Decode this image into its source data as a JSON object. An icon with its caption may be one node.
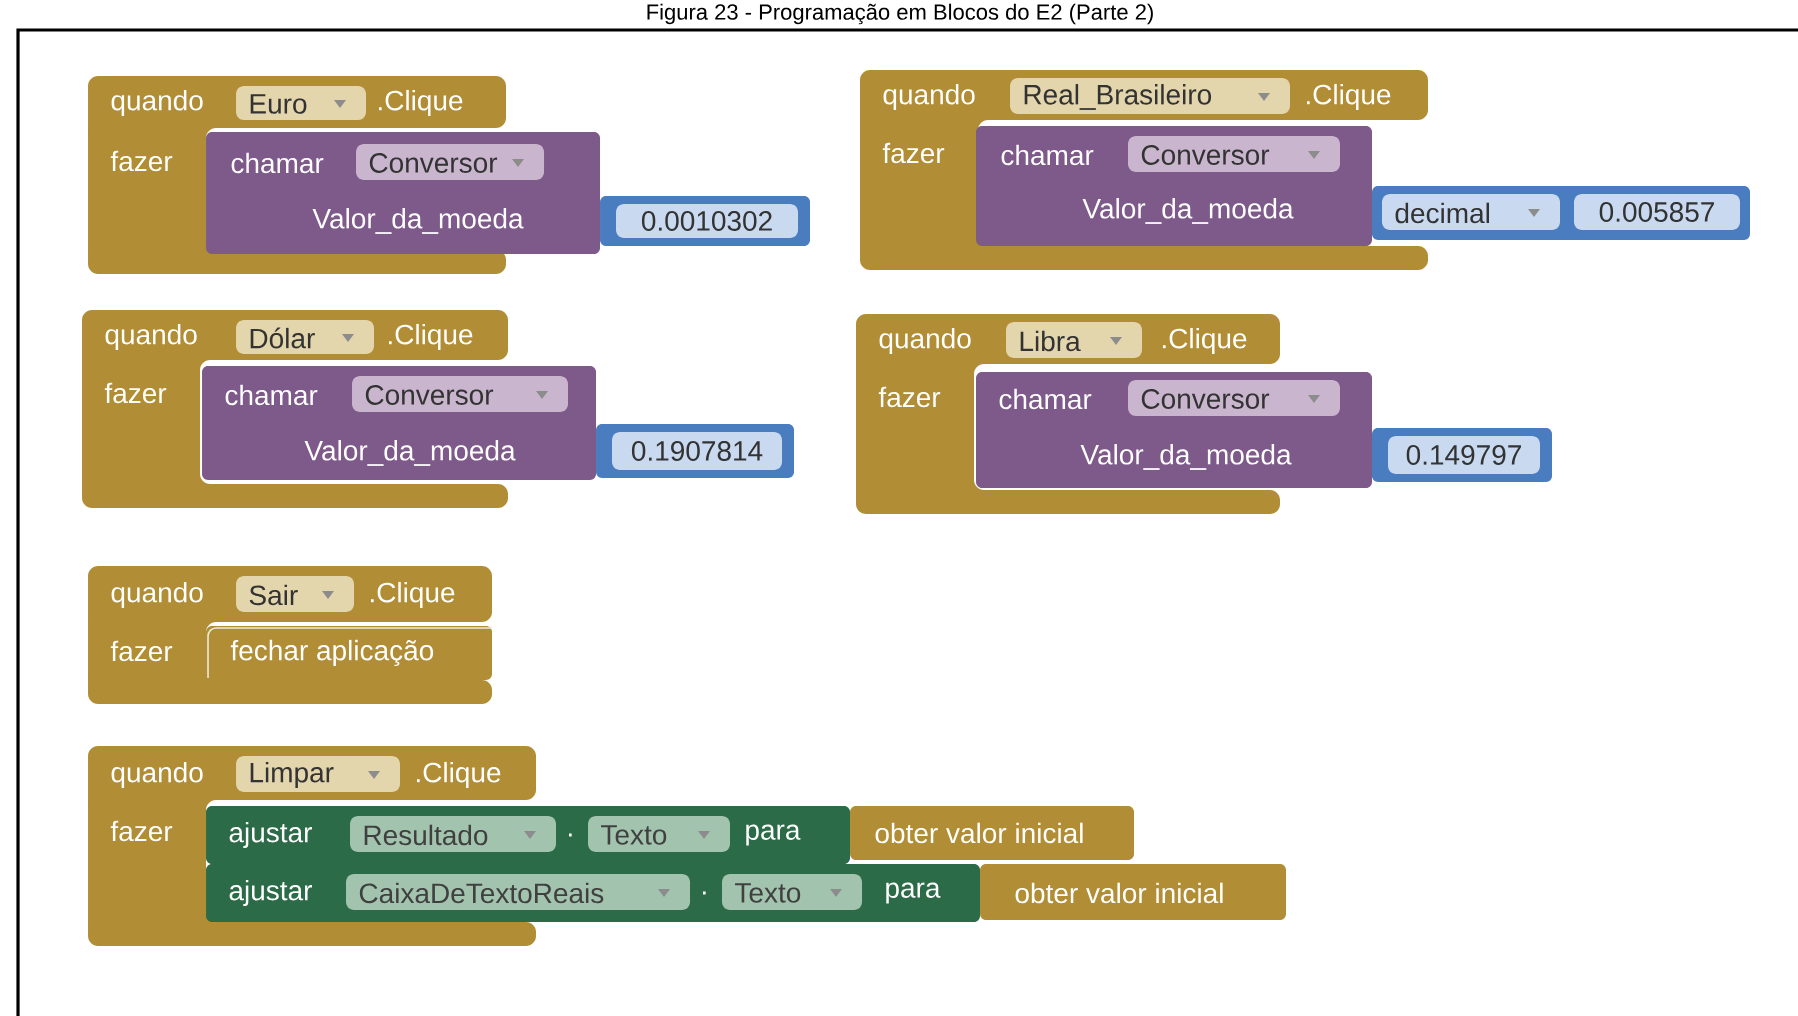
{
  "diagram": {
    "title": "Figura 23 - Programação em Blocos do E2 (Parte 2)",
    "nodes": [
      {
        "text": [
          "quando",
          ".Clique",
          "fazer"
        ]
      },
      {
        "text": [
          "Euro"
        ],
        "in": 0
      },
      {
        "text": [
          "chamar",
          "Valor_da_moeda"
        ]
      },
      {
        "text": [
          "Conversor"
        ],
        "in": 2
      },
      {
        "text": [
          "0.0010302"
        ]
      },
      {
        "text": [
          "quando",
          ".Clique",
          "fazer"
        ]
      },
      {
        "text": [
          "Real_Brasileiro"
        ],
        "in": 5
      },
      {
        "text": [
          "chamar",
          "Valor_da_moeda"
        ],
        "in": 5
      },
      {
        "text": [
          "Conversor"
        ],
        "in": 7
      },
      {
        "text": [],
        "shape": "box"
      },
      {
        "text": [
          "decimal"
        ],
        "in": 9
      },
      {
        "text": [
          "0.005857"
        ],
        "in": 9
      },
      {
        "text": [
          "quando",
          ".Clique",
          "fazer"
        ]
      },
      {
        "text": [
          "Dólar"
        ],
        "in": 12
      },
      {
        "text": [
          "chamar",
          "Valor_da_moeda"
        ]
      },
      {
        "text": [
          "Conversor"
        ],
        "in": 14
      },
      {
        "text": [
          "0.1907814"
        ]
      },
      {
        "text": [
          "quando",
          ".Clique",
          "fazer"
        ]
      },
      {
        "text": [
          "Libra"
        ],
        "in": 17
      },
      {
        "text": [
          "chamar",
          "Valor_da_moeda"
        ]
      },
      {
        "text": [
          "Conversor"
        ],
        "in": 19
      },
      {
        "text": [
          "0.149797"
        ]
      },
      {
        "text": [
          "quando",
          ".Clique",
          "fazer"
        ]
      },
      {
        "text": [
          "Sair"
        ],
        "in": 22
      },
      {
        "text": [
          "fechar aplicação"
        ],
        "in": 22
      },
      {
        "text": [
          "quando",
          ".Clique",
          "fazer"
        ]
      },
      {
        "text": [
          "Limpar"
        ],
        "in": 25
      },
      {
        "text": [
          "ajustar",
          ".",
          "para"
        ]
      },
      {
        "text": [
          "Resultado"
        ],
        "in": 27
      },
      {
        "text": [
          "Texto"
        ],
        "in": 27
      },
      {
        "text": [
          "obter valor inicial"
        ]
      },
      {
        "text": [
          "ajustar",
          ".",
          "para"
        ]
      },
      {
        "text": [
          "CaixaDeTextoReais"
        ],
        "in": 31
      },
      {
        "text": [
          "Texto"
        ],
        "in": 31
      },
      {
        "text": [
          "obter valor inicial"
        ]
      }
    ],
    "edges": []
  }
}
